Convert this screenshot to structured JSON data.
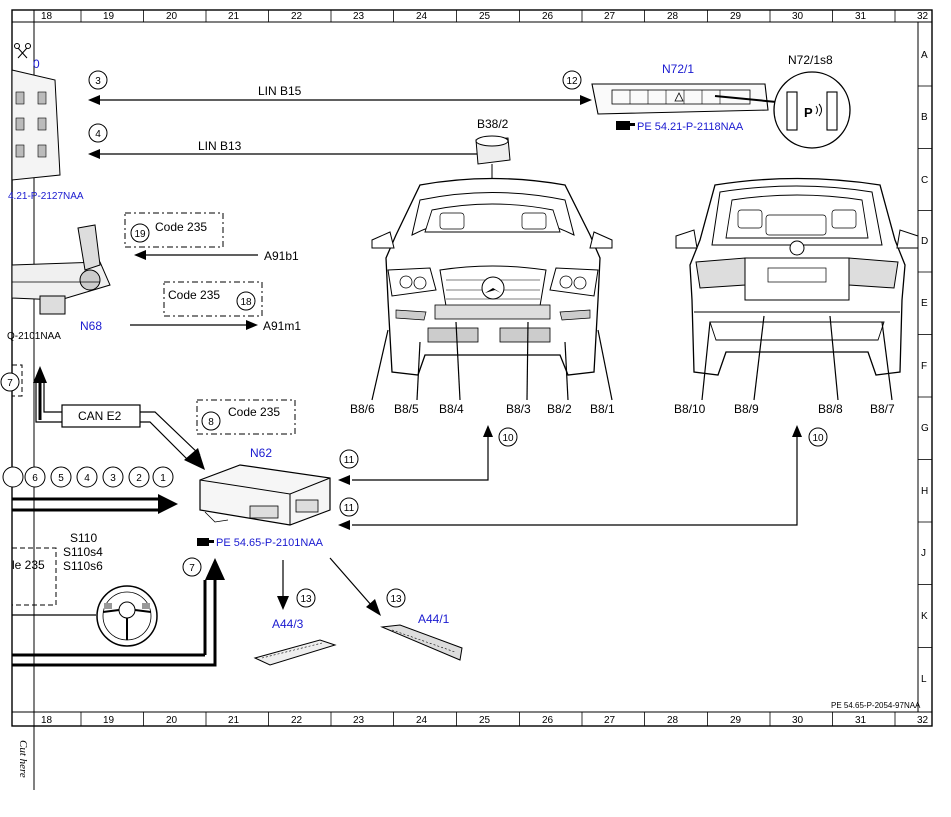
{
  "frame": {
    "columns": [
      "18",
      "19",
      "20",
      "21",
      "22",
      "23",
      "24",
      "25",
      "26",
      "27",
      "28",
      "29",
      "30",
      "31",
      "32"
    ],
    "rows": [
      "A",
      "B",
      "C",
      "D",
      "E",
      "F",
      "G",
      "H",
      "J",
      "K",
      "L"
    ],
    "doc_ref": "PE 54.65-P-2054-97NAA",
    "cut_label": "Cut here"
  },
  "components": {
    "n72_1": "N72/1",
    "n72_1s8": "N72/1s8",
    "b38_2": "B38/2",
    "n62": "N62",
    "n68": "N68",
    "a44_3": "A44/3",
    "a44_1": "A44/1",
    "a91b1": "A91b1",
    "a91m1": "A91m1",
    "s110": [
      "S110",
      "S110s4",
      "S110s6"
    ],
    "front_sensors": [
      "B8/6",
      "B8/5",
      "B8/4",
      "B8/3",
      "B8/2",
      "B8/1"
    ],
    "rear_sensors": [
      "B8/10",
      "B8/9",
      "B8/8",
      "B8/7"
    ]
  },
  "refs": {
    "n72_1": "PE 54.21-P-2118NAA",
    "n62": "PE 54.65-P-2101NAA",
    "left_top": "4.21-P-2127NAA",
    "left_mid": "Q-2101NAA"
  },
  "buses": {
    "lin_b15": "LIN B15",
    "lin_b13": "LIN B13",
    "can_e2": "CAN E2"
  },
  "codes": {
    "code_19": "Code 235",
    "code_18": "Code 235",
    "code_8": "Code 235",
    "left_code": "le 235"
  },
  "callouts": {
    "c3": "3",
    "c4": "4",
    "c12": "12",
    "c19": "19",
    "c18": "18",
    "c8": "8",
    "c7": "7",
    "c7b": "7",
    "c10a": "10",
    "c10b": "10",
    "c11a": "11",
    "c11b": "11",
    "c13a": "13",
    "c13b": "13",
    "c0": "0",
    "row": [
      "6",
      "5",
      "4",
      "3",
      "2",
      "1"
    ]
  },
  "icons": {
    "scissors": "scissors-icon",
    "pointer": "pointing-hand-icon",
    "parking": "parking-sensor-icon"
  }
}
